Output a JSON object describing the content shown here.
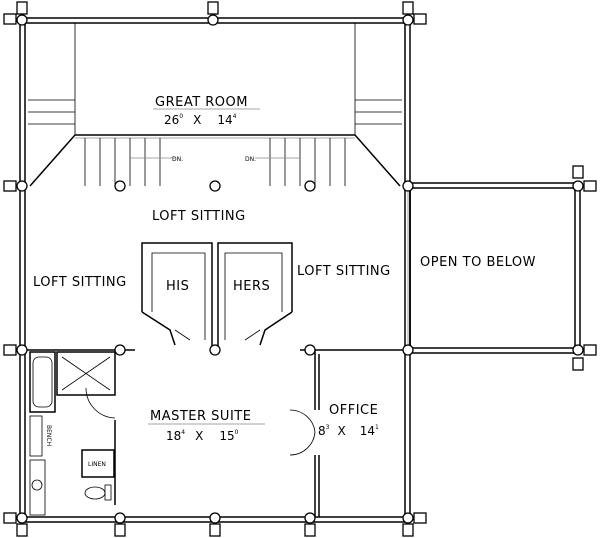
{
  "rooms": {
    "great_room": {
      "name": "GREAT ROOM",
      "dim_a": "26",
      "dim_a_in": "0",
      "x": "X",
      "dim_b": "14",
      "dim_b_in": "4"
    },
    "loft_sitting_center": "LOFT SITTING",
    "loft_sitting_left": "LOFT SITTING",
    "loft_sitting_right": "LOFT SITTING",
    "his": "HIS",
    "hers": "HERS",
    "open_to_below": "OPEN TO BELOW",
    "master_suite": {
      "name": "MASTER SUITE",
      "dim_a": "18",
      "dim_a_in": "4",
      "x": "X",
      "dim_b": "15",
      "dim_b_in": "0"
    },
    "office": {
      "name": "OFFICE",
      "dim_a": "8",
      "dim_a_in": "3",
      "x": "X",
      "dim_b": "14",
      "dim_b_in": "1"
    }
  },
  "fixtures": {
    "linen": "LINEN",
    "bench": "BENCH",
    "stair_down_left": "DN.",
    "stair_down_right": "DN."
  }
}
